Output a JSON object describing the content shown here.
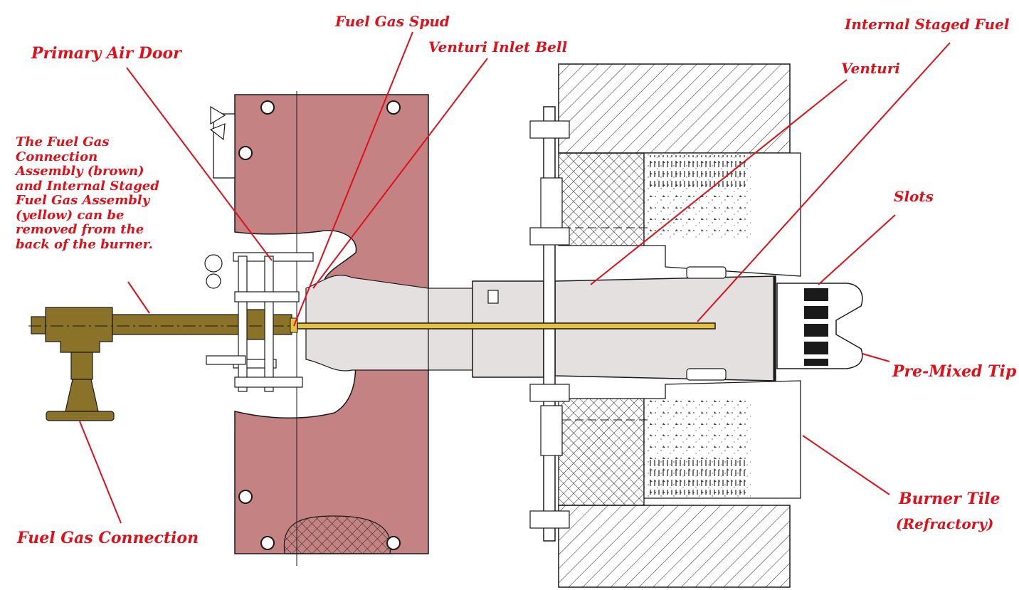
{
  "labels": {
    "fuel_gas_spud": "Fuel Gas Spud",
    "internal_staged_fuel": "Internal Staged Fuel",
    "primary_air_door": "Primary Air Door",
    "venturi_inlet_bell": "Venturi Inlet Bell",
    "venturi": "Venturi",
    "slots": "Slots",
    "pre_mixed_tip": "Pre-Mixed Tip",
    "burner_tile": "Burner Tile",
    "burner_tile_sub": "(Refractory)",
    "fuel_gas_connection": "Fuel Gas Connection"
  },
  "note": {
    "lines": [
      "The Fuel Gas",
      "Connection",
      "Assembly (brown)",
      "and Internal Staged",
      "Fuel Gas Assembly",
      "(yellow) can be",
      "removed from the",
      "back of the burner."
    ]
  },
  "colors": {
    "label": "#e0101a",
    "leader": "#e0101a",
    "air_door": "#c48282",
    "fuel_gas_assembly": "#8a7229",
    "staged_fuel": "#e8c040",
    "venturi_fill": "#e4e0e0",
    "refractory_fill": "#ffffff",
    "line": "#1a1a1a"
  }
}
